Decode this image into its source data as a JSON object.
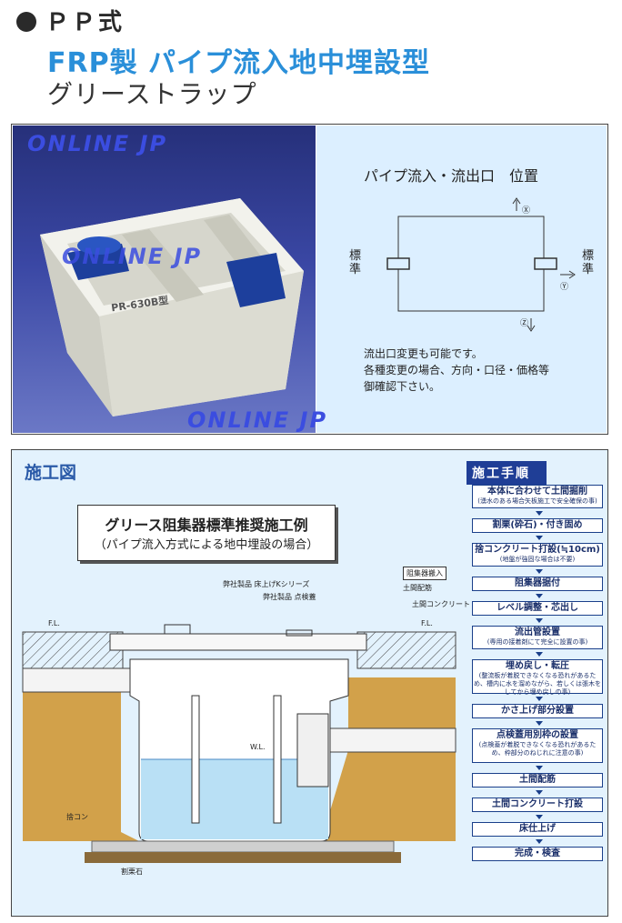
{
  "header": {
    "line1": "ＰＰ式",
    "line2": "FRP製 パイプ流入地中埋設型",
    "line3": "グリーストラップ"
  },
  "photo": {
    "watermark_top": "ONLINE JP",
    "watermark_mid": "ONLINE JP",
    "label": "PR-630B型"
  },
  "spec": {
    "title": "パイプ流入・流出口　位置",
    "std_left": "標準",
    "std_right": "標準",
    "mark_x": "Ⓧ",
    "mark_y": "Ⓨ",
    "mark_z": "Ⓩ",
    "note1": "流出口変更も可能です。",
    "note2": "各種変更の場合、方向・口径・価格等",
    "note3": "御確認下さい。"
  },
  "watermark_bottom": "ONLINE JP",
  "construction": {
    "title": "施工図",
    "example_title": "グリース阻集器標準推奨施工例",
    "example_sub": "（パイプ流入方式による地中埋設の場合）",
    "labels": {
      "product_cover": "弊社製品 床上げKシリーズ",
      "product_inspect": "弊社製品 点検蓋",
      "carry_in": "阻集器搬入",
      "floor_rebar": "土間配筋",
      "floor_concrete": "土間コンクリート",
      "fl_left": "F.L.",
      "fl_right": "F.L.",
      "wl": "W.L.",
      "sutecon": "捨コン",
      "gravel": "割栗石"
    }
  },
  "steps": {
    "title": "施工手順",
    "items": [
      {
        "t": "本体に合わせて土間掘削",
        "n": "(湧水のある場合矢板施工で安全確保の事)"
      },
      {
        "t": "割栗(砕石)・付き固め",
        "n": ""
      },
      {
        "t": "捨コンクリート打設(≒10cm)",
        "n": "(地盤が強固な場合は不要)"
      },
      {
        "t": "阻集器据付",
        "n": ""
      },
      {
        "t": "レベル調整・芯出し",
        "n": ""
      },
      {
        "t": "流出管設置",
        "n": "(専用の接着剤にて完全に設置の事)"
      },
      {
        "t": "埋め戻し・転圧",
        "n": "(整流板が着脱できなくなる恐れがあるため、槽内に水を溜めながら、若しくは張木をしてから埋め戻しの事)"
      },
      {
        "t": "かさ上げ部分設置",
        "n": ""
      },
      {
        "t": "点検蓋用別枠の設置",
        "n": "(点検蓋が着脱できなくなる恐れがあるため、枠部分のねじれに注意の事)"
      },
      {
        "t": "土間配筋",
        "n": ""
      },
      {
        "t": "土間コンクリート打設",
        "n": ""
      },
      {
        "t": "床仕上げ",
        "n": ""
      },
      {
        "t": "完成・検査",
        "n": ""
      }
    ]
  }
}
